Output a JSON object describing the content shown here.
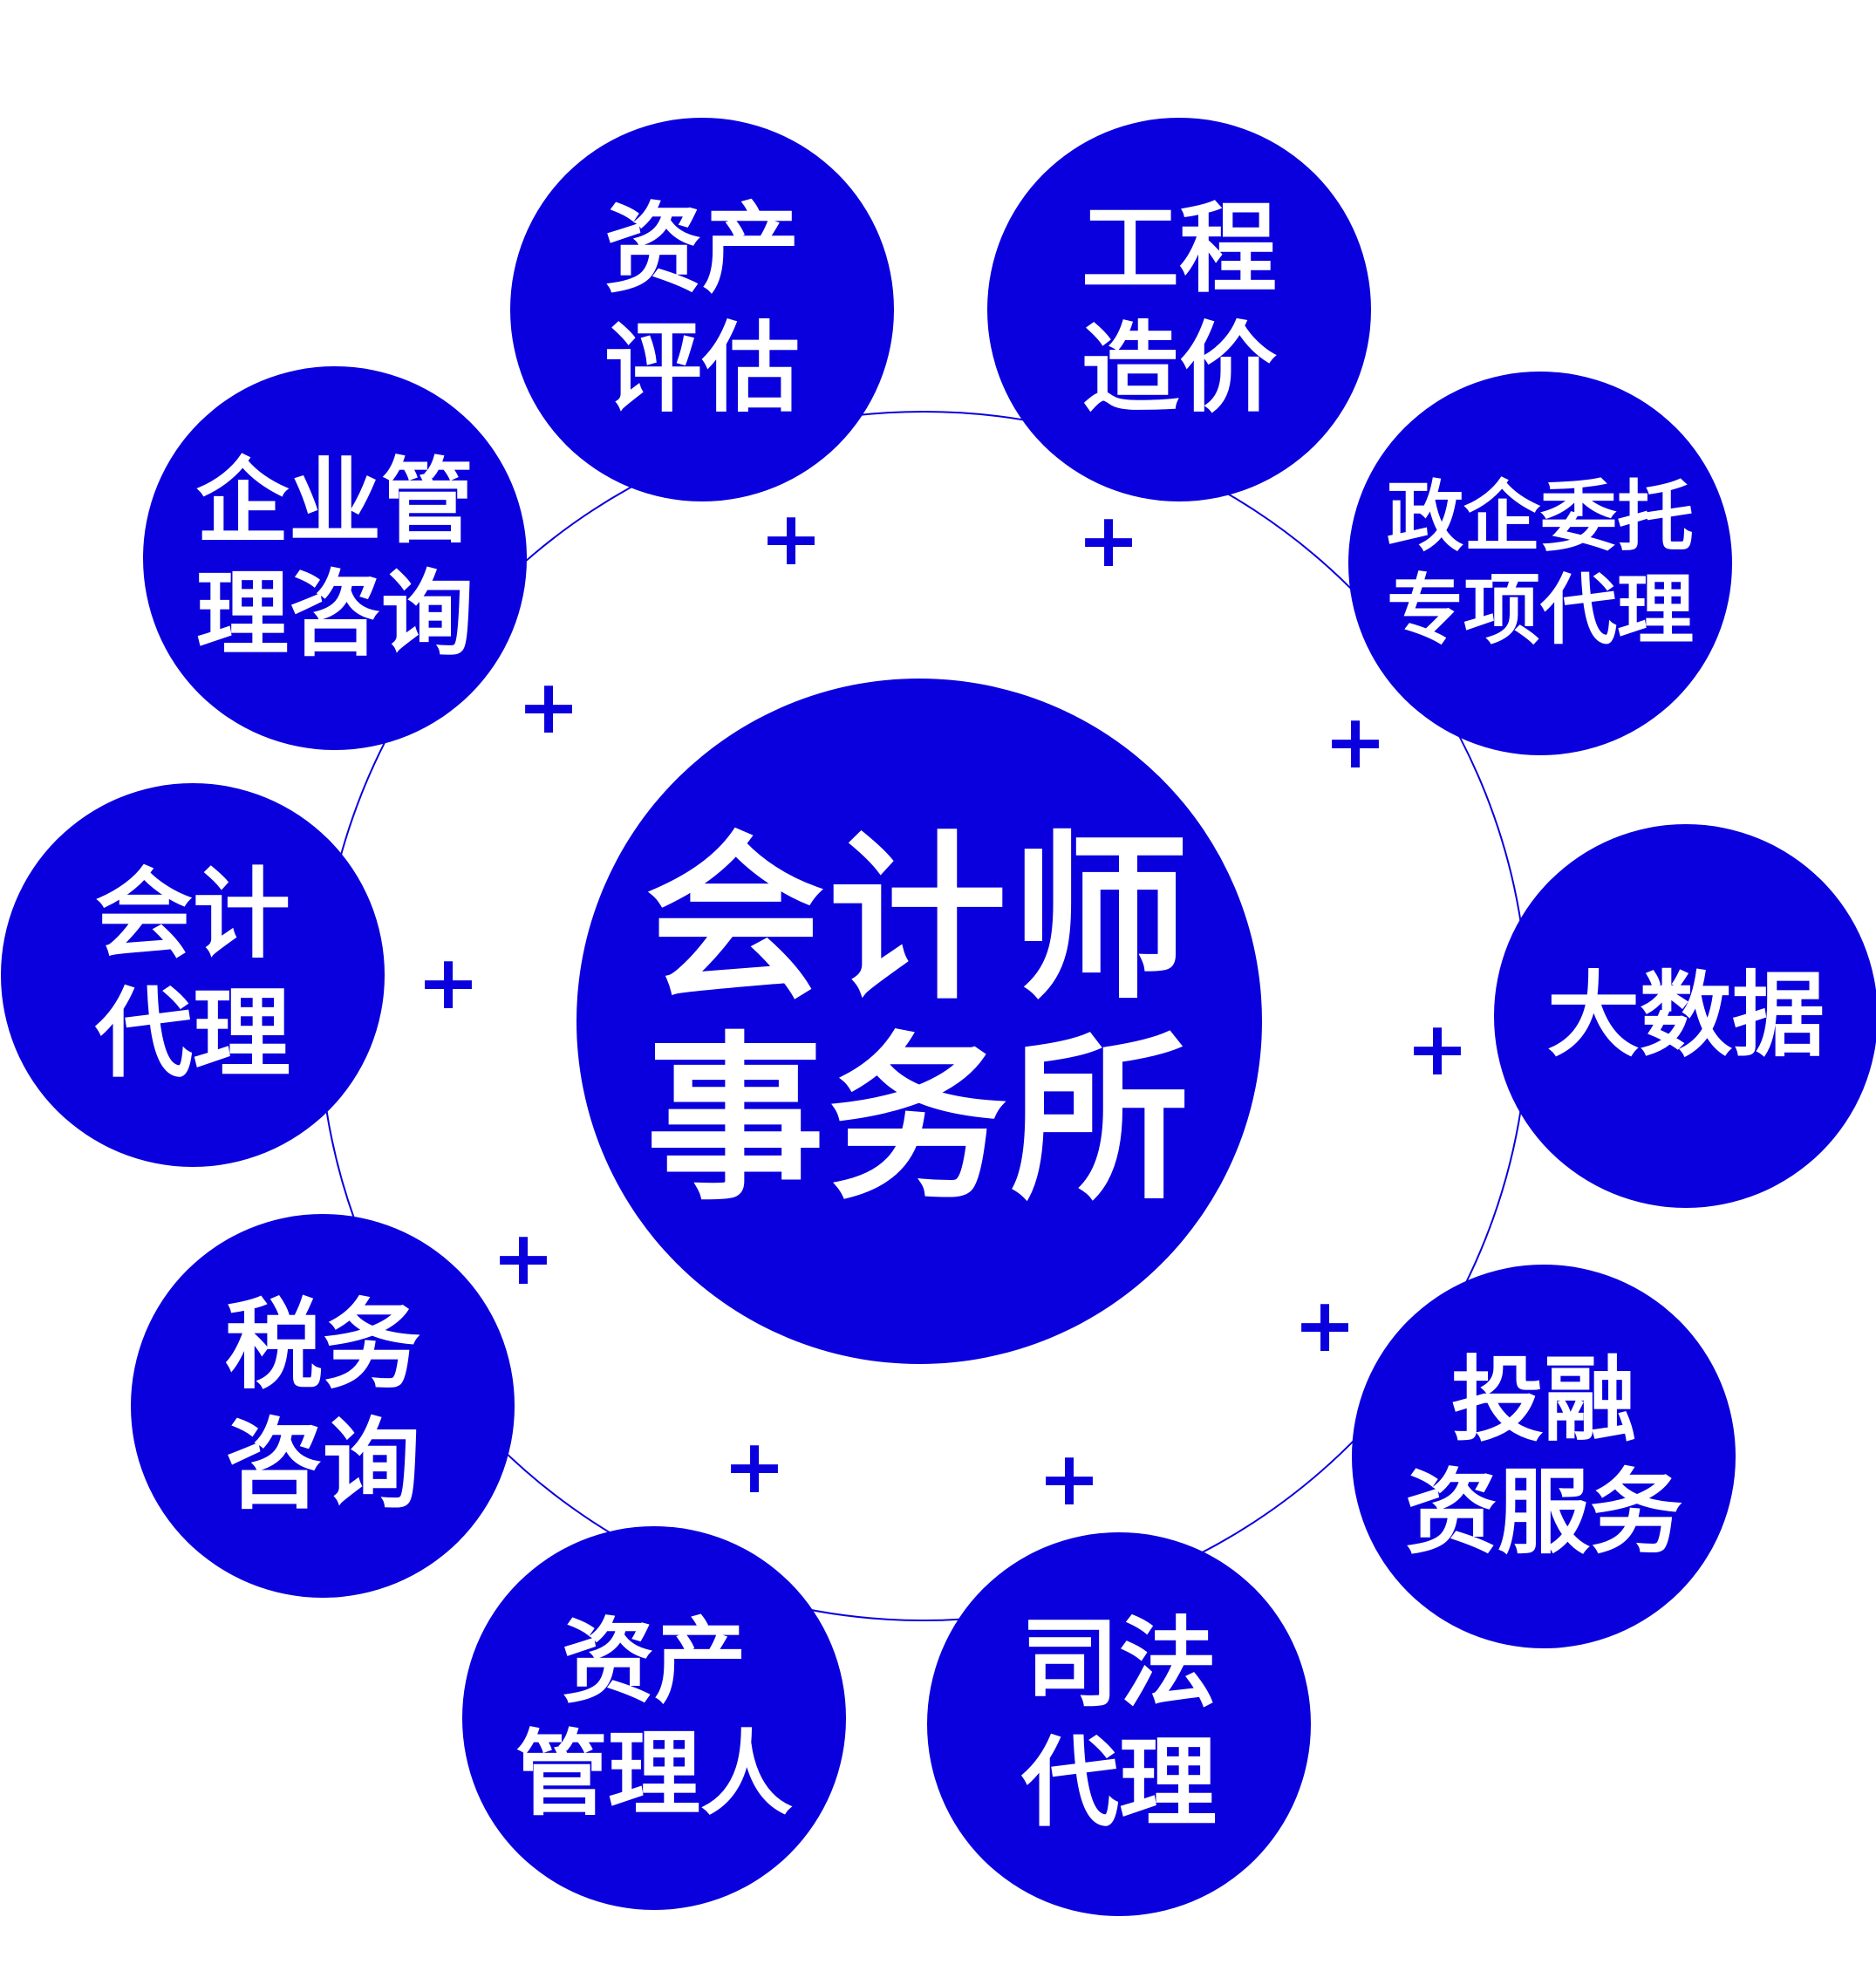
{
  "colors": {
    "accent": "#0a00dd",
    "text": "#ffffff",
    "background": "#ffffff"
  },
  "center": {
    "lines": [
      "会计师",
      "事务所"
    ]
  },
  "services": [
    {
      "id": "asset-evaluation",
      "lines": [
        "资产",
        "评估"
      ]
    },
    {
      "id": "engineering-cost",
      "lines": [
        "工程",
        "造价"
      ]
    },
    {
      "id": "government-agency",
      "lines": [
        "政企委托",
        "专项代理"
      ]
    },
    {
      "id": "big-data",
      "lines": [
        "大数据"
      ]
    },
    {
      "id": "investment-financing",
      "lines": [
        "投融",
        "资服务"
      ]
    },
    {
      "id": "judicial-agency",
      "lines": [
        "司法",
        "代理"
      ]
    },
    {
      "id": "asset-manager",
      "lines": [
        "资产",
        "管理人"
      ]
    },
    {
      "id": "tax-consulting",
      "lines": [
        "税务",
        "咨询"
      ]
    },
    {
      "id": "accounting-agency",
      "lines": [
        "会计",
        "代理"
      ]
    },
    {
      "id": "enterprise-consulting",
      "lines": [
        "企业管",
        "理咨询"
      ]
    }
  ],
  "connector_symbol": "+"
}
